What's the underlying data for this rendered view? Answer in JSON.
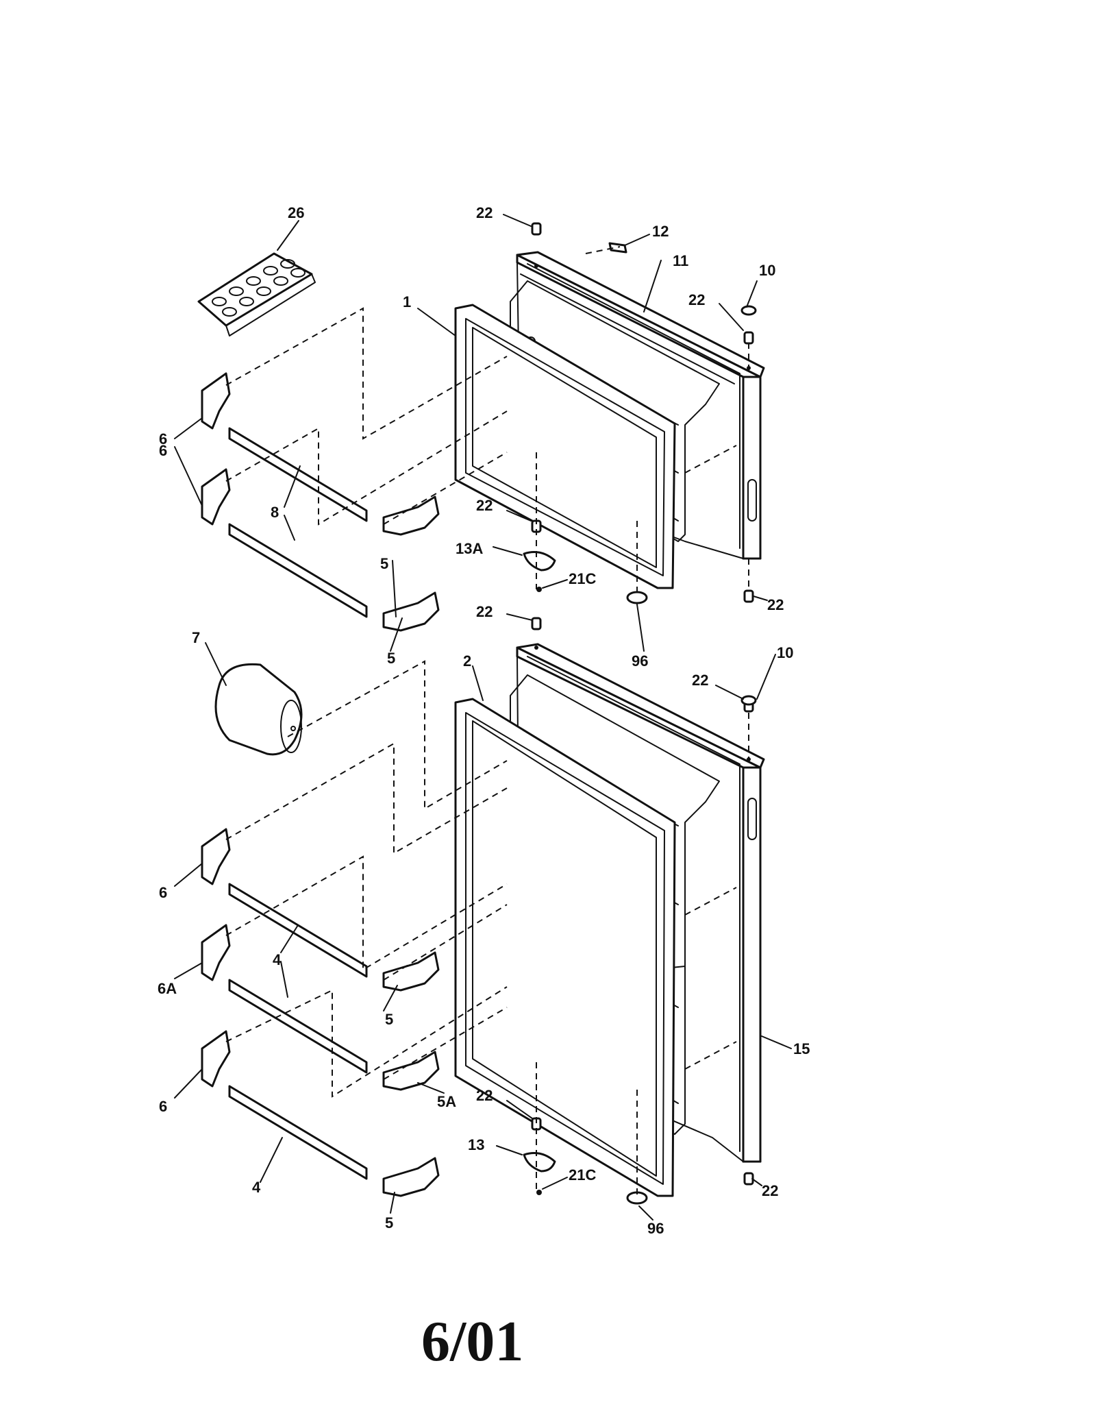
{
  "diagram": {
    "callouts": {
      "c26": "26",
      "c22a": "22",
      "c12": "12",
      "c11": "11",
      "c10a": "10",
      "c22b": "22",
      "c1": "1",
      "c6a": "6",
      "c6b": "6",
      "c8": "8",
      "c5a": "5",
      "c5b": "5",
      "c22c": "22",
      "c13a": "13A",
      "c21ca": "21C",
      "c22d": "22",
      "c22e": "22",
      "c96a": "96",
      "c7": "7",
      "c2": "2",
      "c10b": "10",
      "c22f": "22",
      "c6c": "6",
      "c4a": "4",
      "c6a2": "6A",
      "c5c": "5",
      "c15": "15",
      "c6d": "6",
      "c5a2": "5A",
      "c22g": "22",
      "c13": "13",
      "c21cb": "21C",
      "c4b": "4",
      "c5d": "5",
      "c22h": "22",
      "c96b": "96"
    },
    "footer_code": "6/01"
  }
}
